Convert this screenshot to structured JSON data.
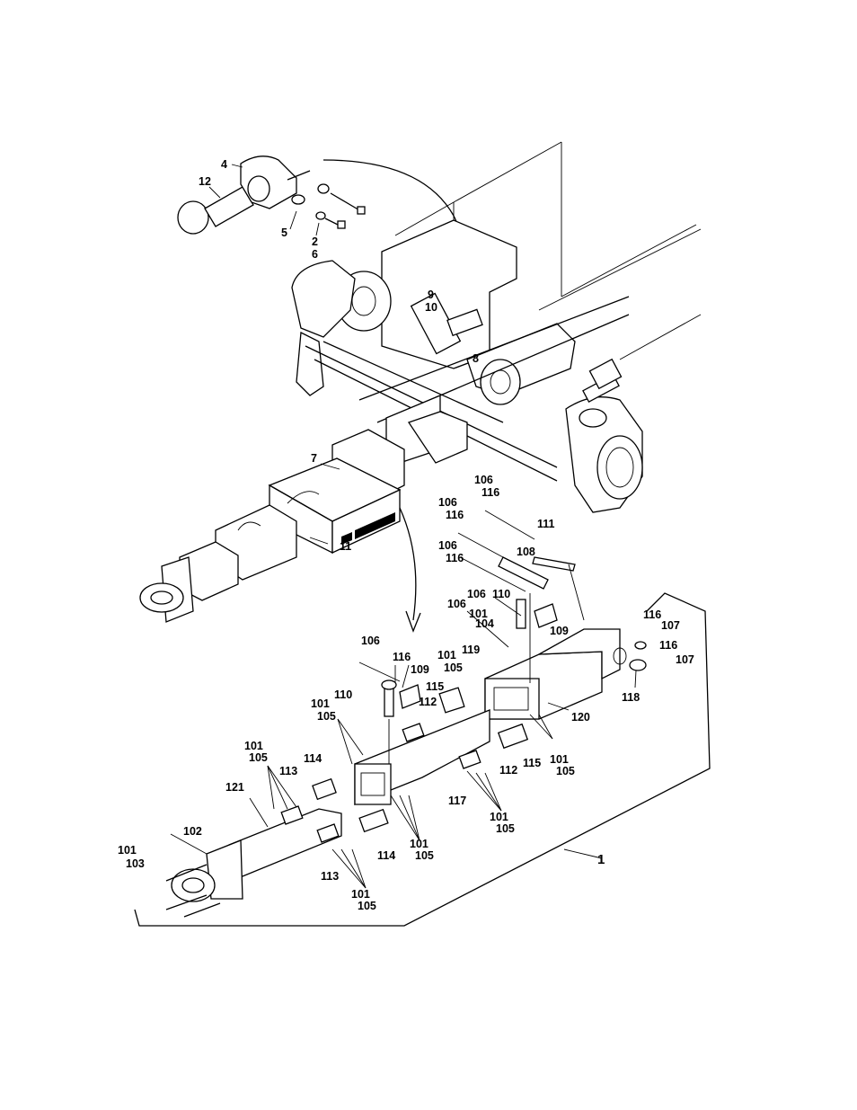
{
  "callouts": {
    "c4": "4",
    "c12": "12",
    "c5": "5",
    "c2": "2",
    "c6": "6",
    "c9": "9",
    "c10": "10",
    "c8": "8",
    "c7": "7",
    "c11": "11",
    "c106a": "106",
    "c116a": "116",
    "c111": "111",
    "c106b": "106",
    "c116b": "116",
    "c106c": "106",
    "c116c": "116",
    "c108": "108",
    "c106d": "106",
    "c110a": "110",
    "c106e": "106",
    "c101a": "101",
    "c104": "104",
    "c109a": "109",
    "c116d": "116",
    "c107a": "107",
    "c116e": "116",
    "c107b": "107",
    "c106f": "106",
    "c116f": "116",
    "c109b": "109",
    "c101b": "101",
    "c119": "119",
    "c105a": "105",
    "c110b": "110",
    "c115a": "115",
    "c112a": "112",
    "c118": "118",
    "c120": "120",
    "c101c": "101",
    "c105b": "105",
    "c101d": "101",
    "c105c": "105",
    "c113a": "113",
    "c114a": "114",
    "c121": "121",
    "c112b": "112",
    "c115b": "115",
    "c101e": "101",
    "c105d": "105",
    "c117": "117",
    "c101f": "101",
    "c105e": "105",
    "c102": "102",
    "c101g": "101",
    "c103": "103",
    "c114b": "114",
    "c101h": "101",
    "c105f": "105",
    "c113b": "113",
    "c101i": "101",
    "c105g": "105",
    "c1": "1"
  }
}
